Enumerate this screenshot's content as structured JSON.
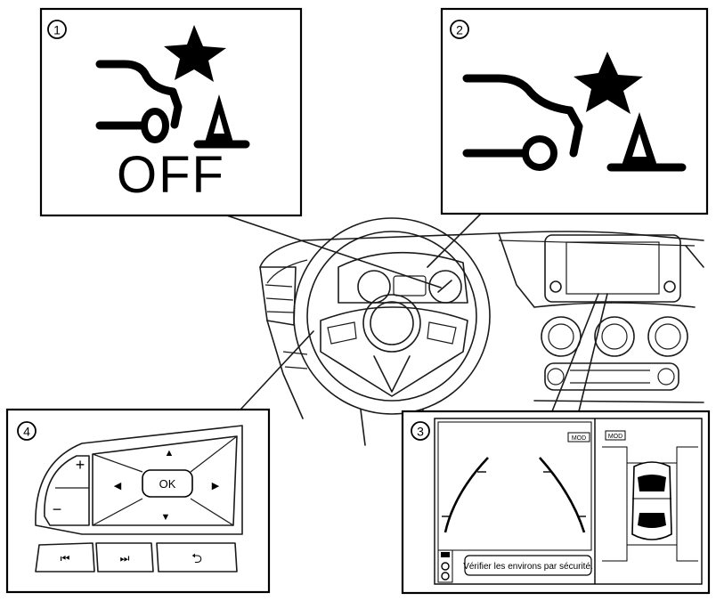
{
  "callouts": {
    "c1": "1",
    "c2": "2",
    "c3": "3",
    "c4": "4"
  },
  "panel1": {
    "off_label": "OFF"
  },
  "panel3": {
    "mod_left": "MOD",
    "mod_right": "MOD",
    "message": "Vérifier les environs par sécurité."
  },
  "panel4": {
    "plus": "+",
    "minus": "−",
    "up": "▲",
    "down": "▼",
    "left": "◀",
    "right": "▶",
    "ok": "OK",
    "prev": "⏮",
    "next": "⏭",
    "back": "⮌"
  }
}
